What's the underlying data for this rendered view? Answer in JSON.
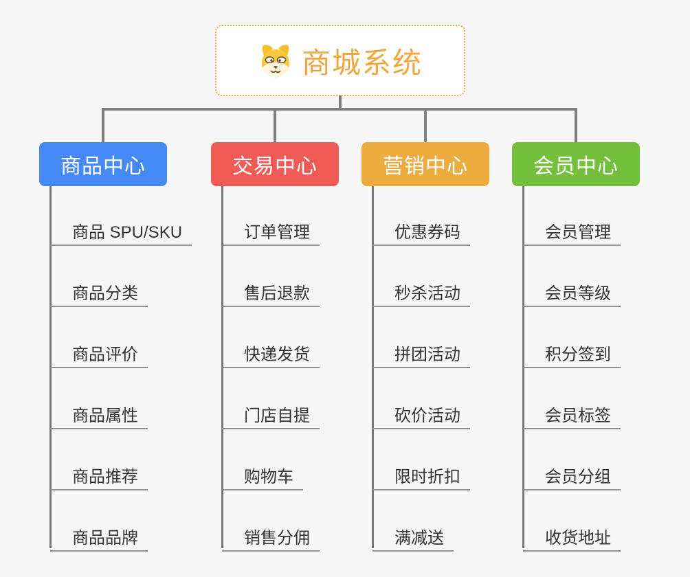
{
  "root": {
    "title": "商城系统",
    "icon": "dog-icon",
    "title_color": "#f0a73e",
    "border_color": "#e9a940"
  },
  "branches": [
    {
      "label": "商品中心",
      "color": "#4589f5",
      "children": [
        "商品 SPU/SKU",
        "商品分类",
        "商品评价",
        "商品属性",
        "商品推荐",
        "商品品牌"
      ]
    },
    {
      "label": "交易中心",
      "color": "#f05b55",
      "children": [
        "订单管理",
        "售后退款",
        "快递发货",
        "门店自提",
        "购物车",
        "销售分佣"
      ]
    },
    {
      "label": "营销中心",
      "color": "#ecac40",
      "children": [
        "优惠券码",
        "秒杀活动",
        "拼团活动",
        "砍价活动",
        "限时折扣",
        "满减送"
      ]
    },
    {
      "label": "会员中心",
      "color": "#74c03d",
      "children": [
        "会员管理",
        "会员等级",
        "积分签到",
        "会员标签",
        "会员分组",
        "收货地址"
      ]
    }
  ],
  "connector_color": "#7f7f7f",
  "background_color": "#f7f7f8"
}
